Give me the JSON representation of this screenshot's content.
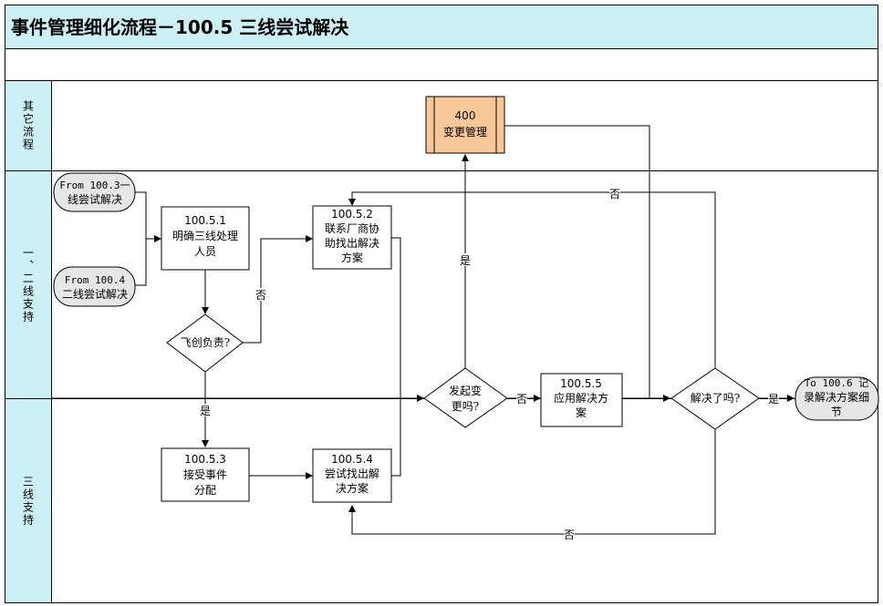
{
  "title": "事件管理细化流程－100.5 三线尝试解决",
  "lanes": {
    "other": "其它流程",
    "first_second": "一、二线支持",
    "third": "三线支持"
  },
  "nodes": {
    "change_mgmt": {
      "line1": "400",
      "line2": "变更管理"
    },
    "from_1003": {
      "line1": "From 100.3一",
      "line2": "线尝试解决"
    },
    "from_1004": {
      "line1": "From 100.4",
      "line2": "二线尝试解决"
    },
    "n1001": {
      "line1": "100.5.1",
      "line2": "明确三线处理",
      "line3": "人员"
    },
    "n1002": {
      "line1": "100.5.2",
      "line2": "联系厂商协",
      "line3": "助找出解决",
      "line4": "方案"
    },
    "n1003": {
      "line1": "100.5.3",
      "line2": "接受事件",
      "line3": "分配"
    },
    "n1004": {
      "line1": "100.5.4",
      "line2": "尝试找出解",
      "line3": "决方案"
    },
    "n1005": {
      "line1": "100.5.5",
      "line2": "应用解决方",
      "line3": "案"
    },
    "d_feichuang": {
      "label": "飞创负责?"
    },
    "d_change": {
      "line1": "发起变",
      "line2": "更吗?"
    },
    "d_solved": {
      "label": "解决了吗?"
    },
    "to_1006": {
      "line1": "To 100.6 记",
      "line2": "录解决方案细",
      "line3": "节"
    }
  },
  "edge_labels": {
    "no": "否",
    "yes": "是"
  },
  "colors": {
    "header_bg": "#ccf0f5",
    "subprocess_fill": "#fac898",
    "terminal_fill": "#e6e6e6"
  }
}
